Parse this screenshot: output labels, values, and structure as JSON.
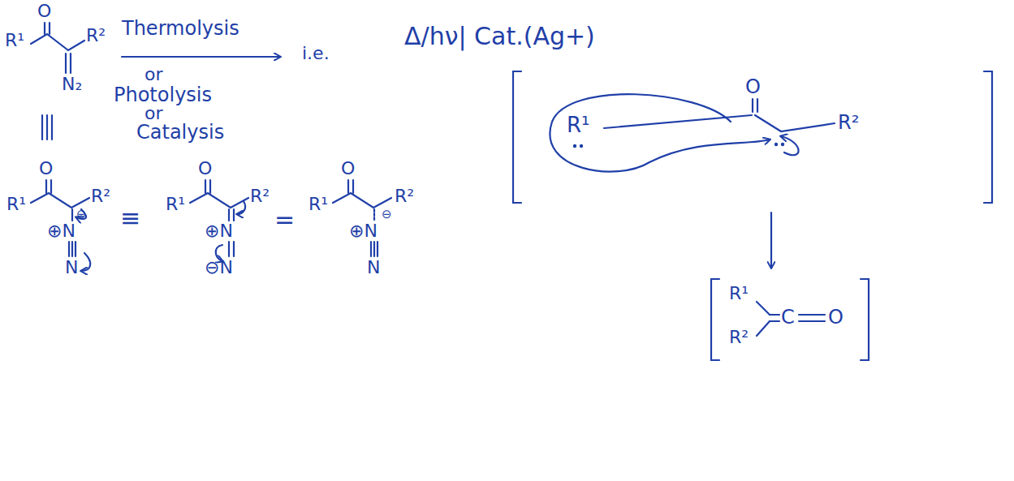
{
  "diagram": {
    "labels": [
      "O",
      "R¹",
      "R²",
      "N₂",
      "Thermolysis",
      "or",
      "Photolysis",
      "or",
      "Catalysis",
      "i.e.",
      "Δ/hν| Cat.(Ag+)",
      "O",
      "R¹",
      "⊖",
      "R²",
      "⊕N",
      "N",
      "≡",
      "O",
      "R¹",
      "R²",
      "⊕N",
      "⊖N",
      "=",
      "O",
      "R¹",
      "⊖",
      "R²",
      "⊕N",
      "N",
      "O",
      "R¹",
      "R²",
      "R¹",
      "R²",
      "C",
      "O"
    ]
  }
}
